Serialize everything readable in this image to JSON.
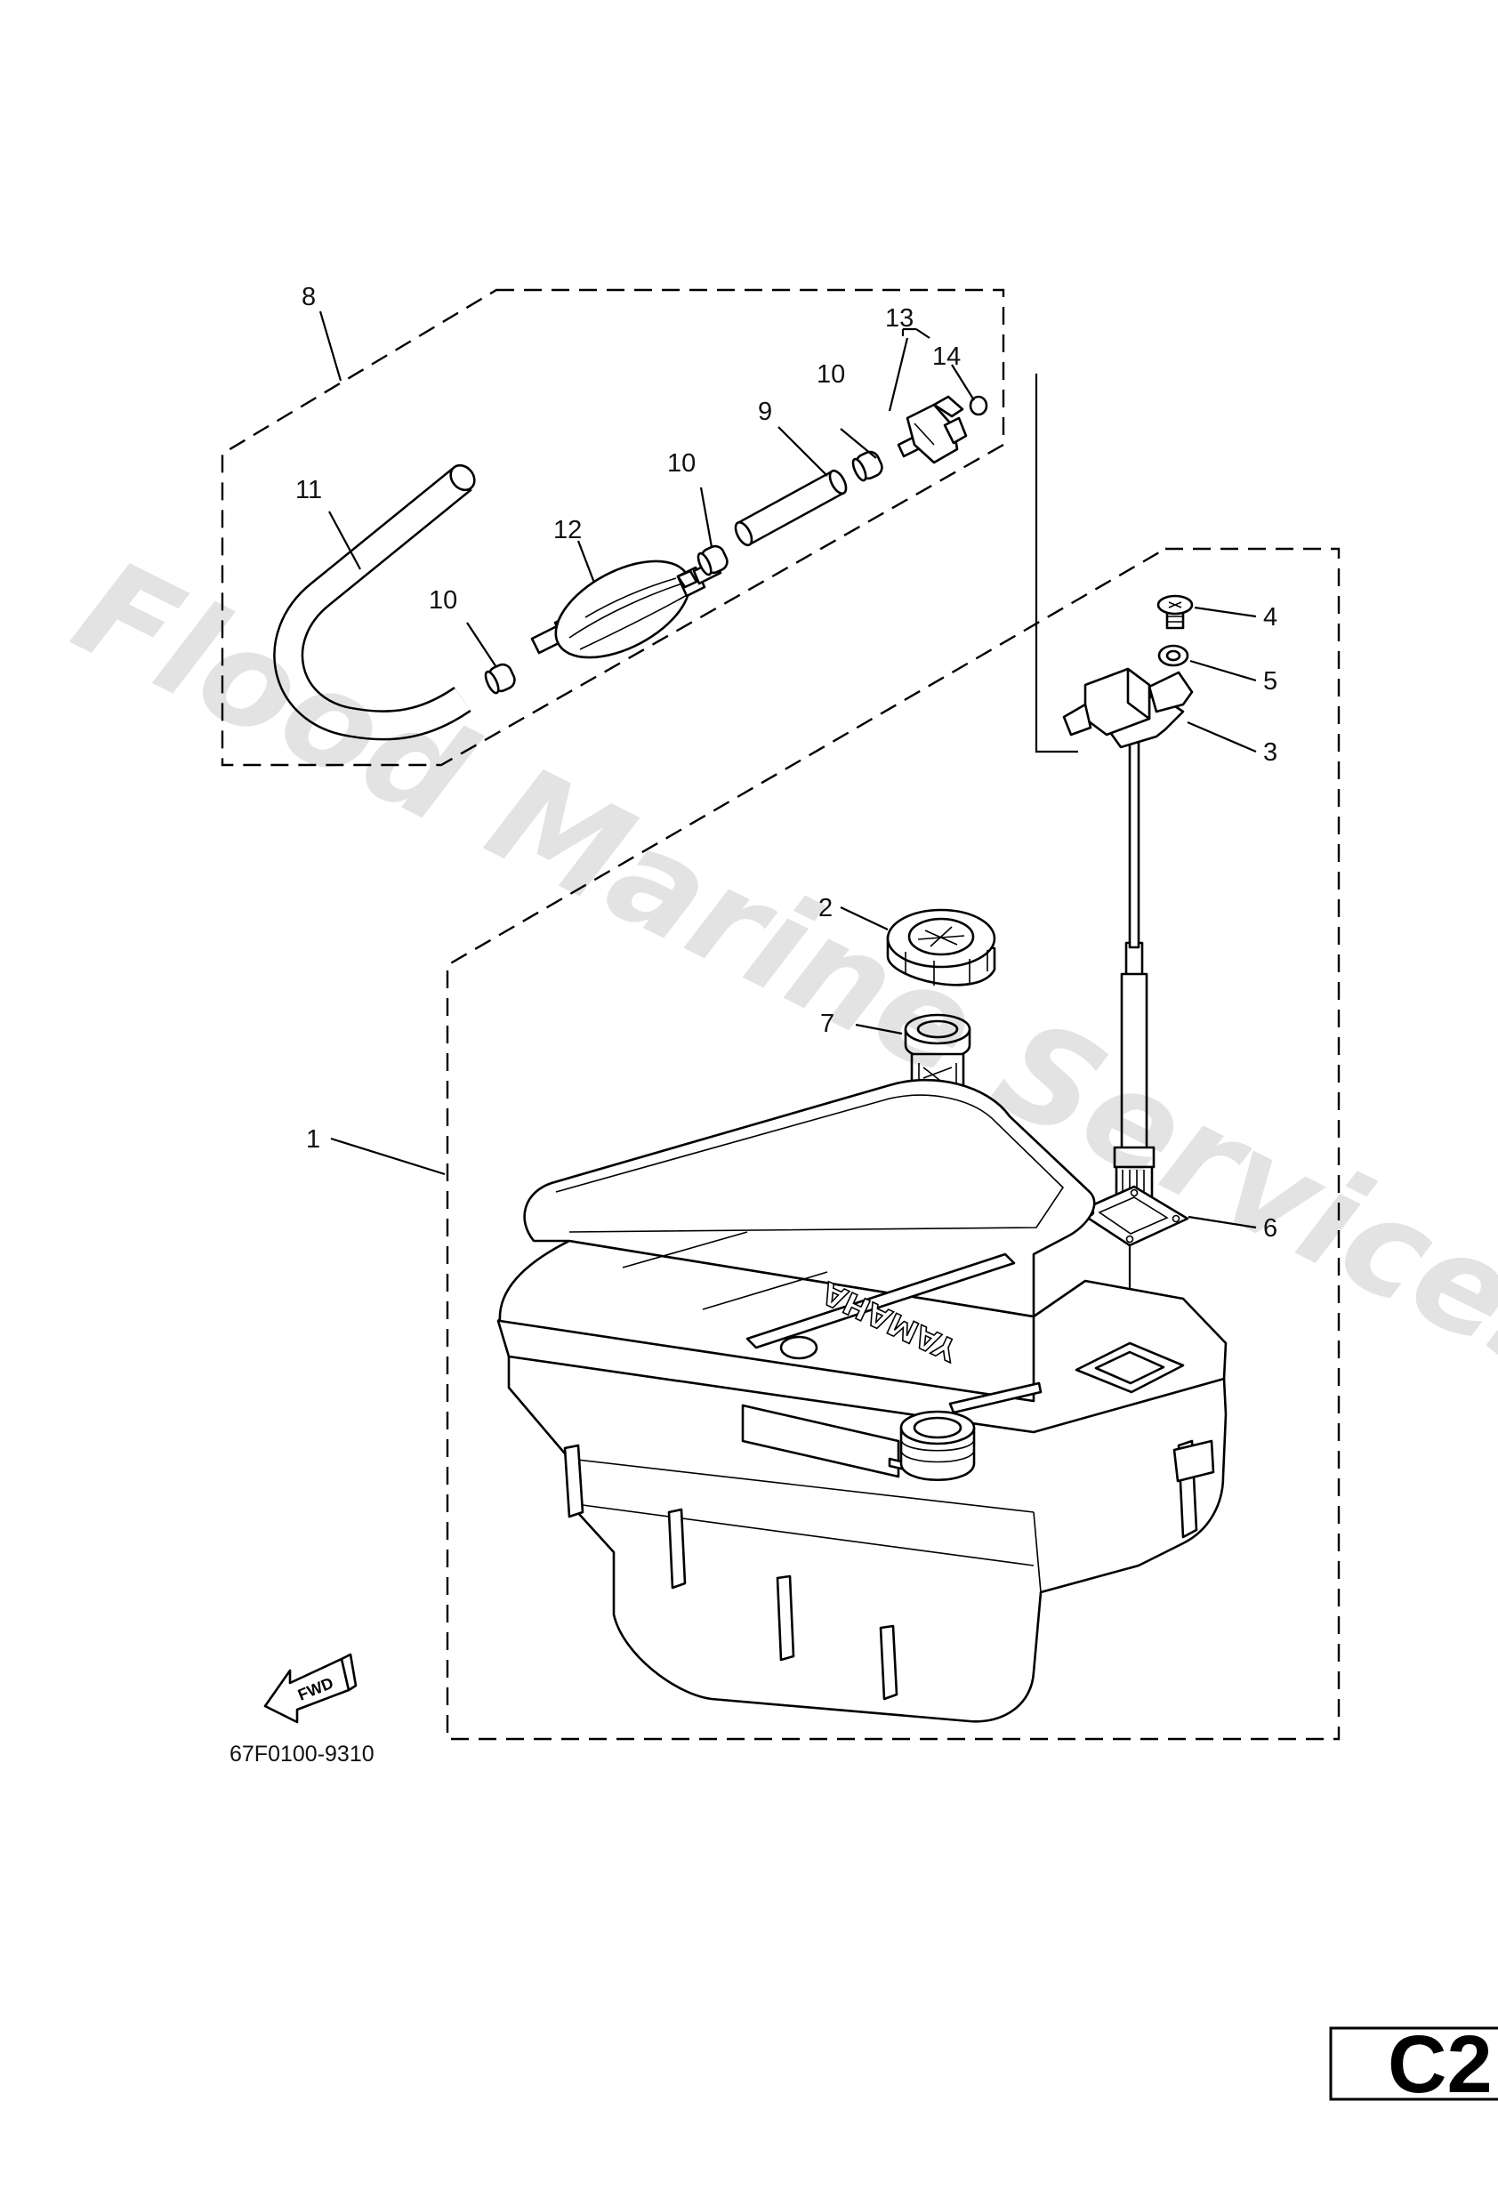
{
  "diagram": {
    "part_code": "67F0100-9310",
    "page_tag": "C2",
    "fwd_label": "FWD",
    "tank_logo": "YAMAHA",
    "watermark": "Flood Marine Services",
    "callouts": [
      "1",
      "2",
      "3",
      "4",
      "5",
      "6",
      "7",
      "8",
      "9",
      "10",
      "10",
      "10",
      "11",
      "12",
      "13",
      "14"
    ]
  }
}
